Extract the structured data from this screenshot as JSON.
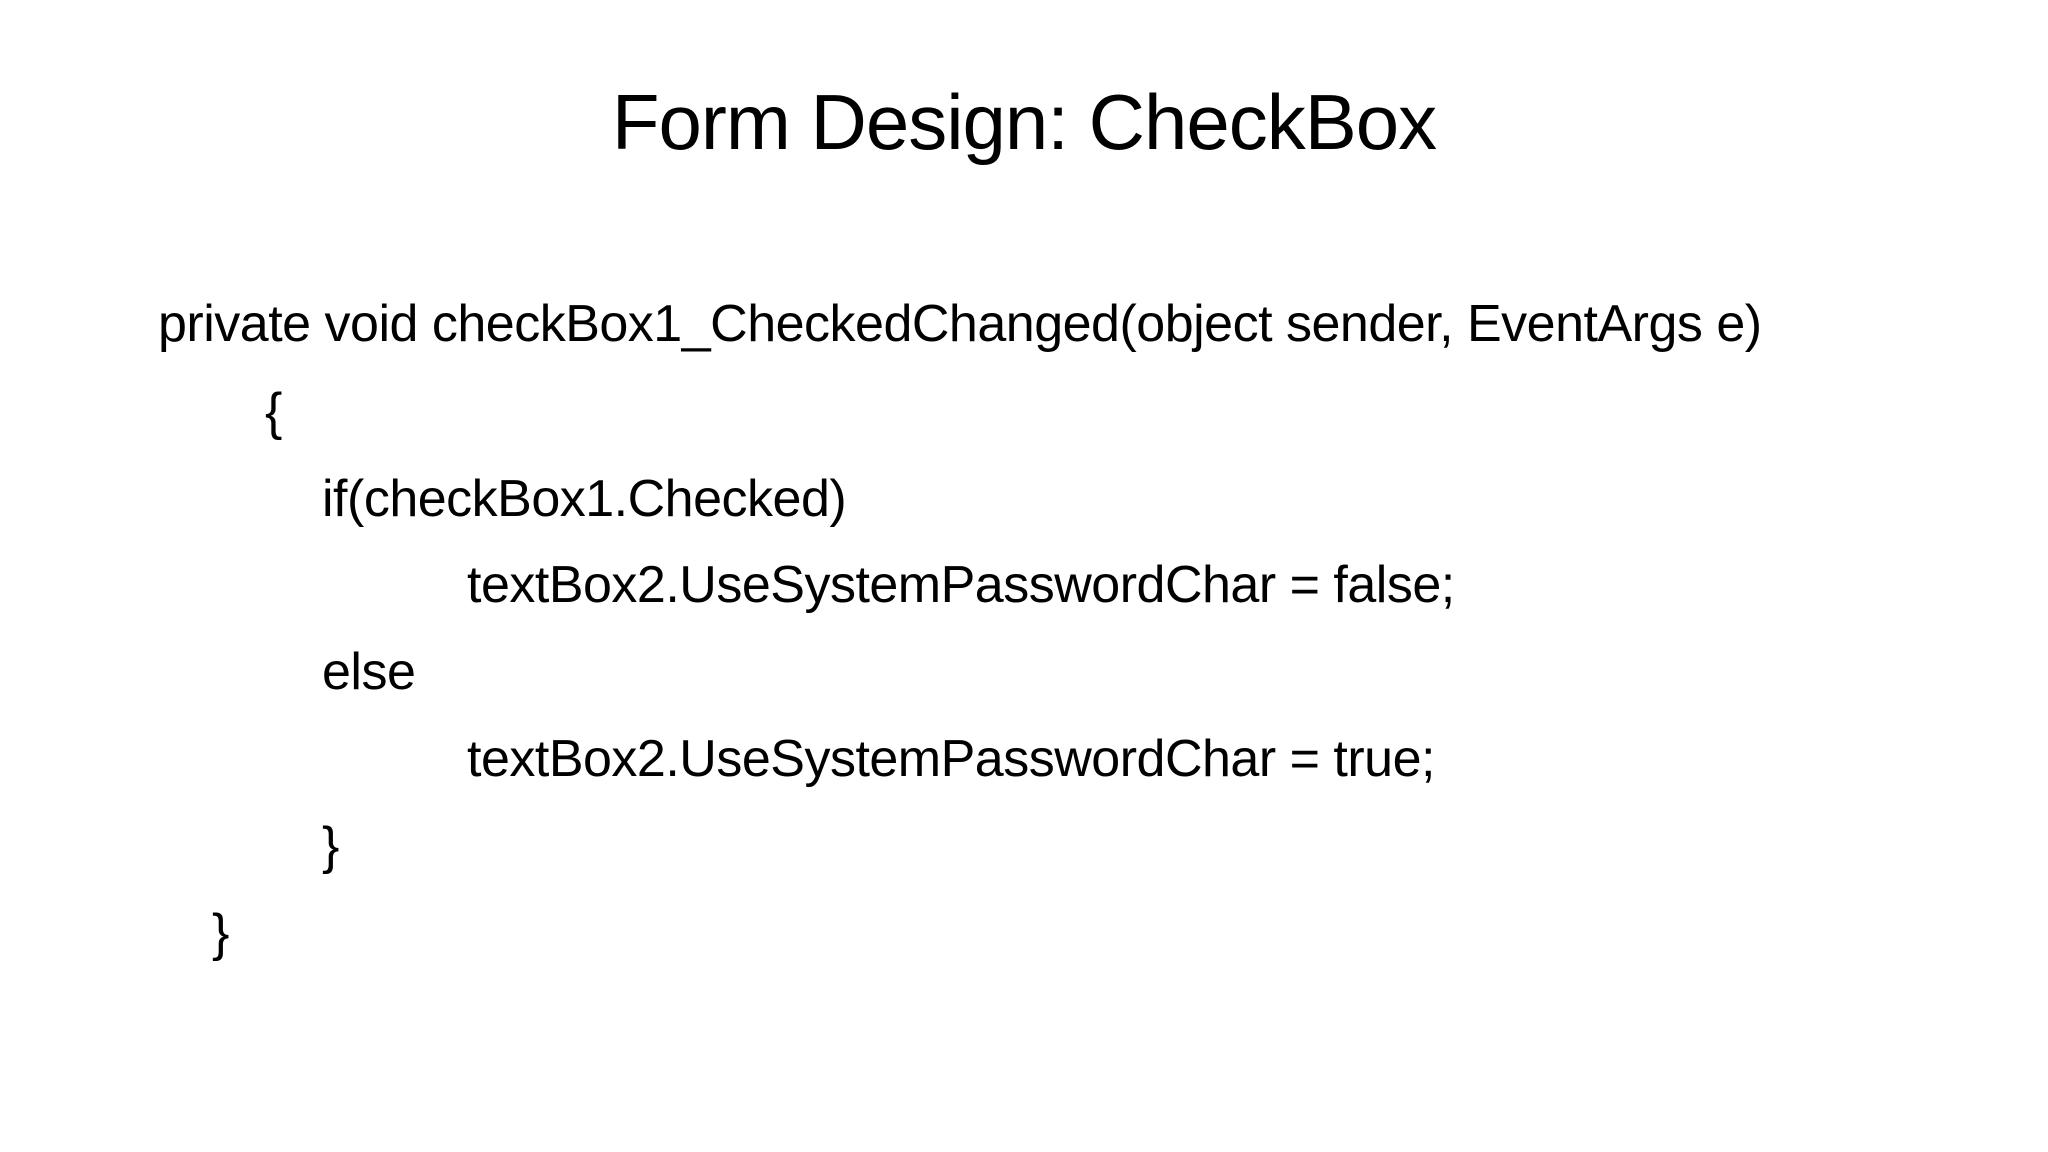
{
  "slide": {
    "title": "Form Design: CheckBox",
    "code_lines": [
      "private void checkBox1_CheckedChanged(object sender, EventArgs e)",
      "{",
      "if(checkBox1.Checked)",
      "textBox2.UseSystemPasswordChar = false;",
      "else",
      "textBox2.UseSystemPasswordChar = true;",
      "}",
      "}"
    ]
  }
}
